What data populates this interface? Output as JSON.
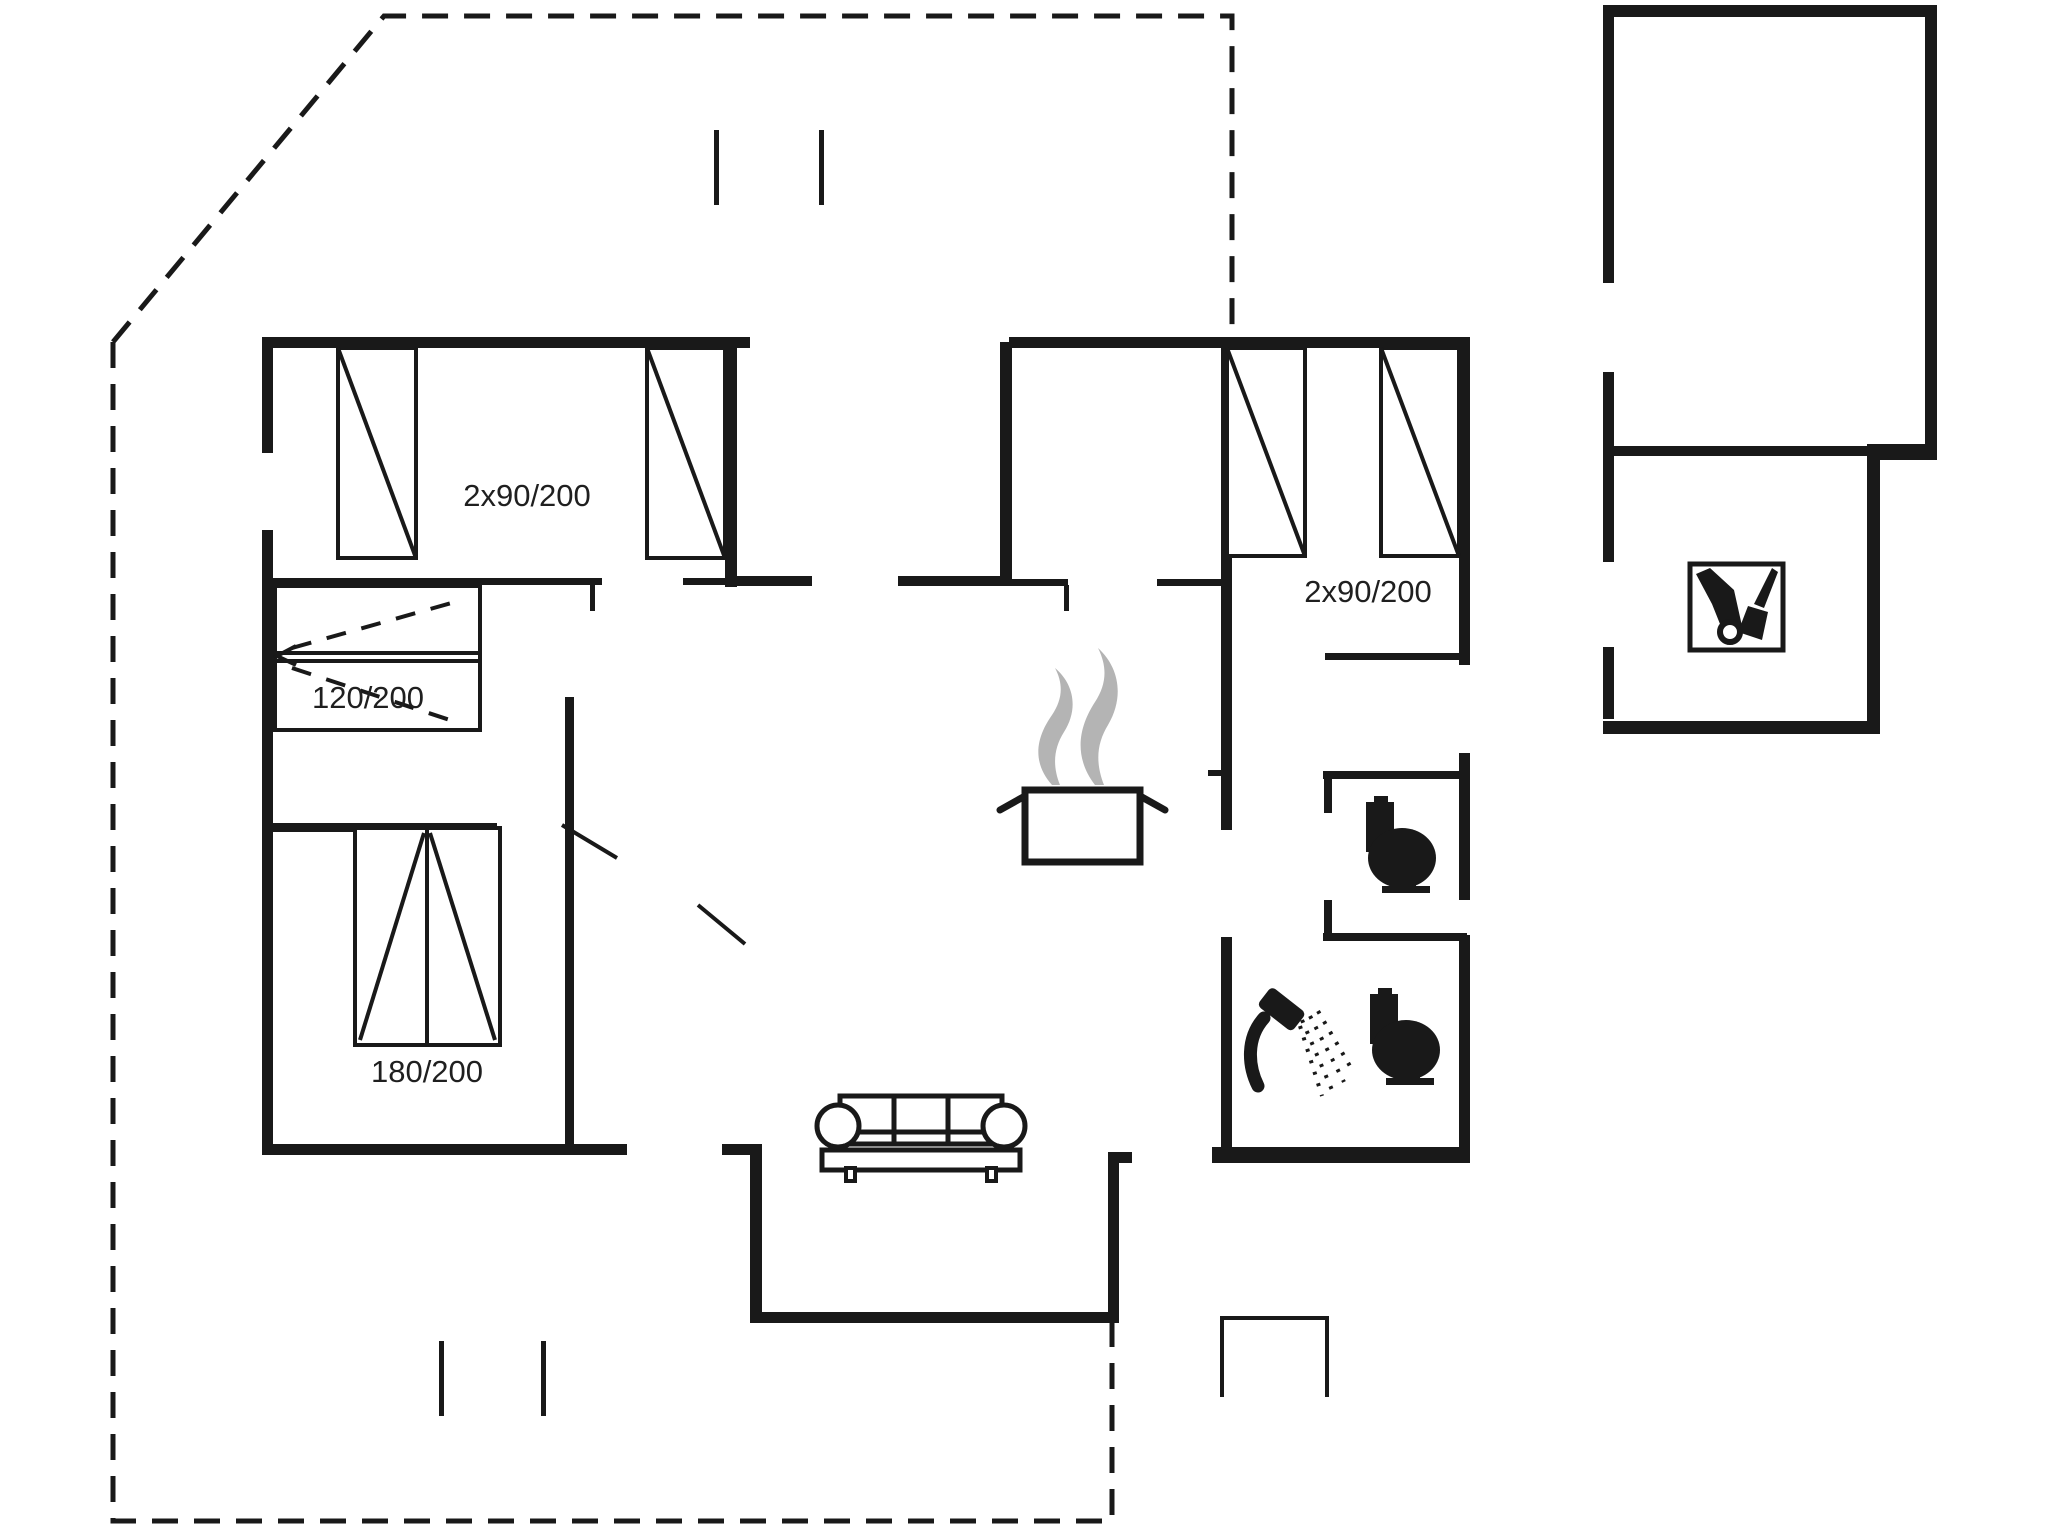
{
  "plan": {
    "bed_labels": {
      "bedroom_left_top": "2x90/200",
      "bunk_bed": "120/200",
      "bedroom_left_bottom": "180/200",
      "bedroom_right": "2x90/200"
    },
    "colors": {
      "line": "#191919",
      "steam": "#b4b4b4",
      "label": "#1f1f1f",
      "background": "#ffffff"
    },
    "icons": {
      "kitchen": "cooking-pot-steam-icon",
      "wc": "toilet-icon",
      "bathroom": [
        "shower-icon",
        "toilet-icon"
      ],
      "living_room": "sofa-icon",
      "annex": "cleaning-tools-icon"
    }
  }
}
